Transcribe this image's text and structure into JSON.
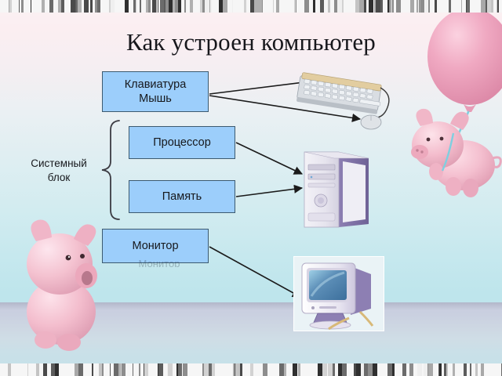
{
  "slide": {
    "title": "Как устроен компьютер",
    "bg_top_color": "#fbf1f3",
    "bg_bottom_color": "#bfe4eb",
    "floor_color": "#ccd0e0"
  },
  "diagram": {
    "box_fill": "#9ccefb",
    "box_border": "#3c5a70",
    "boxes": [
      {
        "id": "input",
        "line1": "Клавиатура",
        "line2": "Мышь"
      },
      {
        "id": "cpu",
        "line1": "Процессор",
        "line2": ""
      },
      {
        "id": "memory",
        "line1": "Память",
        "line2": ""
      },
      {
        "id": "monitor",
        "line1": "Монитор",
        "line2": ""
      }
    ],
    "group_label": {
      "line1": "Системный",
      "line2": "блок"
    },
    "ghost_text": "Монитор",
    "connectors": [
      {
        "from": "input",
        "to": "keyboard-picture",
        "arrow": true
      },
      {
        "from": "input",
        "to": "mouse-picture",
        "arrow": true
      },
      {
        "from": "cpu",
        "to": "tower-picture",
        "arrow": true
      },
      {
        "from": "memory",
        "to": "tower-picture",
        "arrow": true
      },
      {
        "from": "monitor",
        "to": "monitor-picture",
        "arrow": true
      }
    ]
  },
  "pictures": [
    {
      "id": "keyboard",
      "label": "keyboard-and-mouse-image"
    },
    {
      "id": "tower",
      "label": "system-unit-tower-image"
    },
    {
      "id": "monitor",
      "label": "crt-monitor-image"
    }
  ],
  "decorations": [
    {
      "id": "pig-balloon",
      "label": "pig-with-balloon-image",
      "pig_color": "#f2b9c9",
      "balloon_color": "#efa7bf"
    },
    {
      "id": "pig-floor",
      "label": "sitting-pig-image",
      "pig_color": "#f2bcca"
    }
  ],
  "borders": {
    "top": "barcode-strip",
    "bottom": "barcode-strip"
  }
}
